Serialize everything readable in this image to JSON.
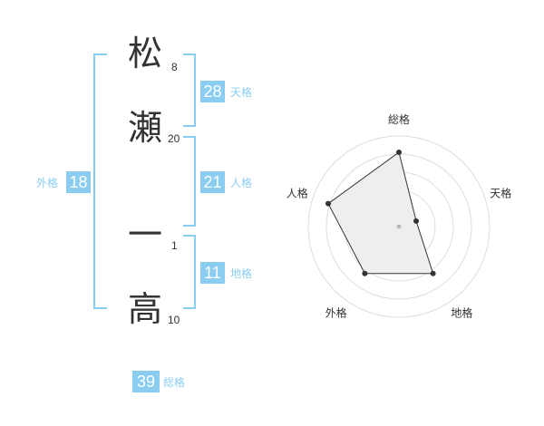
{
  "name": {
    "chars": [
      {
        "char": "松",
        "strokes": "8"
      },
      {
        "char": "瀬",
        "strokes": "20"
      },
      {
        "char": "一",
        "strokes": "1"
      },
      {
        "char": "高",
        "strokes": "10"
      }
    ]
  },
  "fortunes": {
    "tenkaku": {
      "value": "28",
      "label": "天格"
    },
    "jinkaku": {
      "value": "21",
      "label": "人格"
    },
    "chikaku": {
      "value": "11",
      "label": "地格"
    },
    "gaikaku": {
      "value": "18",
      "label": "外格"
    },
    "soukaku": {
      "value": "39",
      "label": "総格"
    }
  },
  "colors": {
    "accent": "#8bcdf1",
    "text": "#333333",
    "grid": "#dddddd",
    "fill": "#eeeeee"
  },
  "chart_data": {
    "type": "radar",
    "axes": [
      "総格",
      "天格",
      "地格",
      "外格",
      "人格"
    ],
    "values": [
      0.82,
      0.2,
      0.64,
      0.64,
      0.82
    ],
    "range": [
      0,
      1
    ],
    "rings": 5
  }
}
